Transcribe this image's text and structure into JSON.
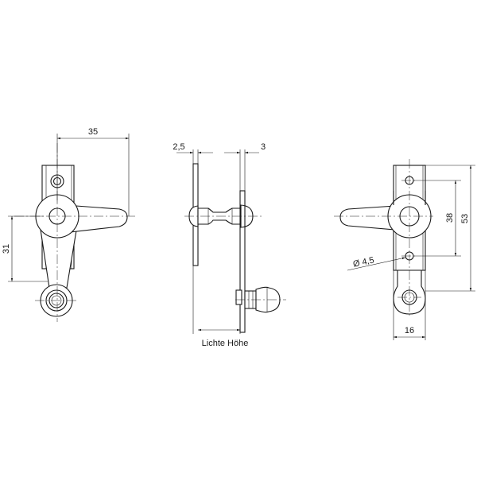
{
  "dimensions": {
    "front_width": "35",
    "front_height": "31",
    "side_plate": "2,5",
    "side_plate2": "3",
    "side_caption": "Lichte Höhe",
    "back_hole_spacing": "38",
    "back_height": "53",
    "back_hole_dia": "Ø 4,5",
    "back_width": "16"
  }
}
